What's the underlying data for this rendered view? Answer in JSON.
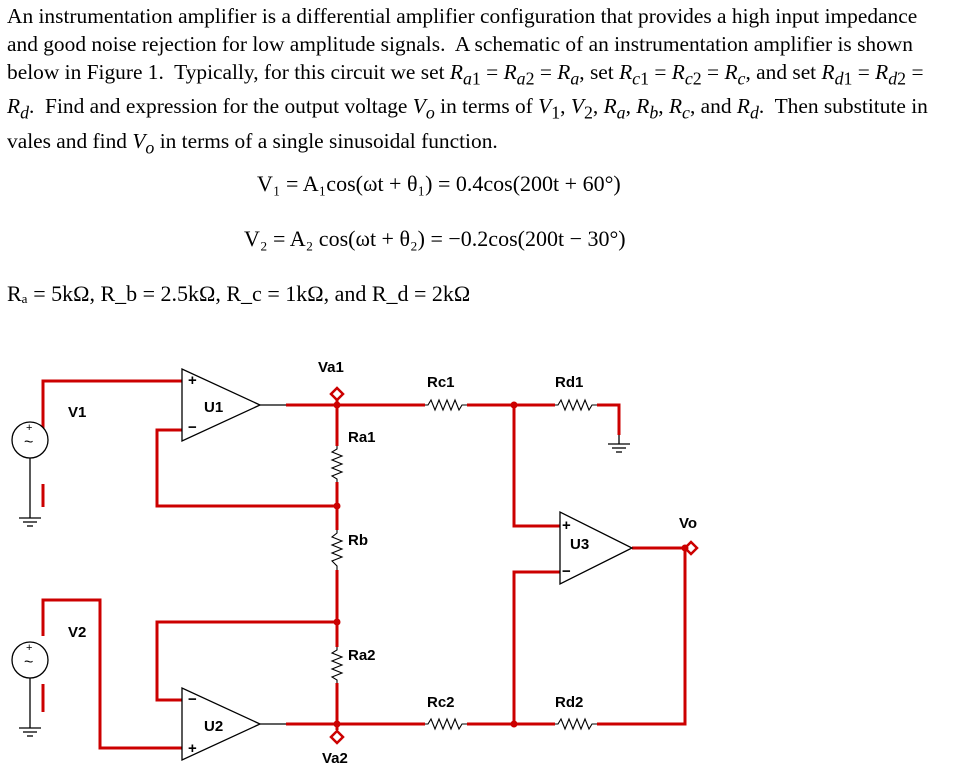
{
  "problem": {
    "paragraph": "An instrumentation amplifier is a differential amplifier configuration that provides a high input impedance and good noise rejection for low amplitude signals. A schematic of an instrumentation amplifier is shown below in Figure 1. Typically, for this circuit we set Ra1 = Ra2 = Ra, set Rc1 = Rc2 = Rc, and set Rd1 = Rd2 = Rd. Find and expression for the output voltage Vo in terms of V1, V2, Ra, Rb, Rc, and Rd. Then substitute in vales and find Vo in terms of a single sinusoidal function.",
    "eq_v1": "V₁ = A₁cos(ωt + θ₁) = 0.4cos(200t + 60°)",
    "eq_v2": "V₂ = A₂ cos(ωt + θ₂) = −0.2cos(200t − 30°)",
    "given": "Rₐ = 5kΩ, R_b = 2.5kΩ, R_c = 1kΩ, and R_d = 2kΩ"
  },
  "schematic": {
    "labels": {
      "v1": "V1",
      "v2": "V2",
      "u1": "U1",
      "u2": "U2",
      "u3": "U3",
      "va1": "Va1",
      "va2": "Va2",
      "ra1": "Ra1",
      "rb": "Rb",
      "ra2": "Ra2",
      "rc1": "Rc1",
      "rc2": "Rc2",
      "rd1": "Rd1",
      "rd2": "Rd2",
      "vo": "Vo",
      "plus": "+",
      "minus": "−",
      "tilde": "~"
    }
  },
  "colors": {
    "wire": "#cc0000",
    "text": "#000000"
  }
}
